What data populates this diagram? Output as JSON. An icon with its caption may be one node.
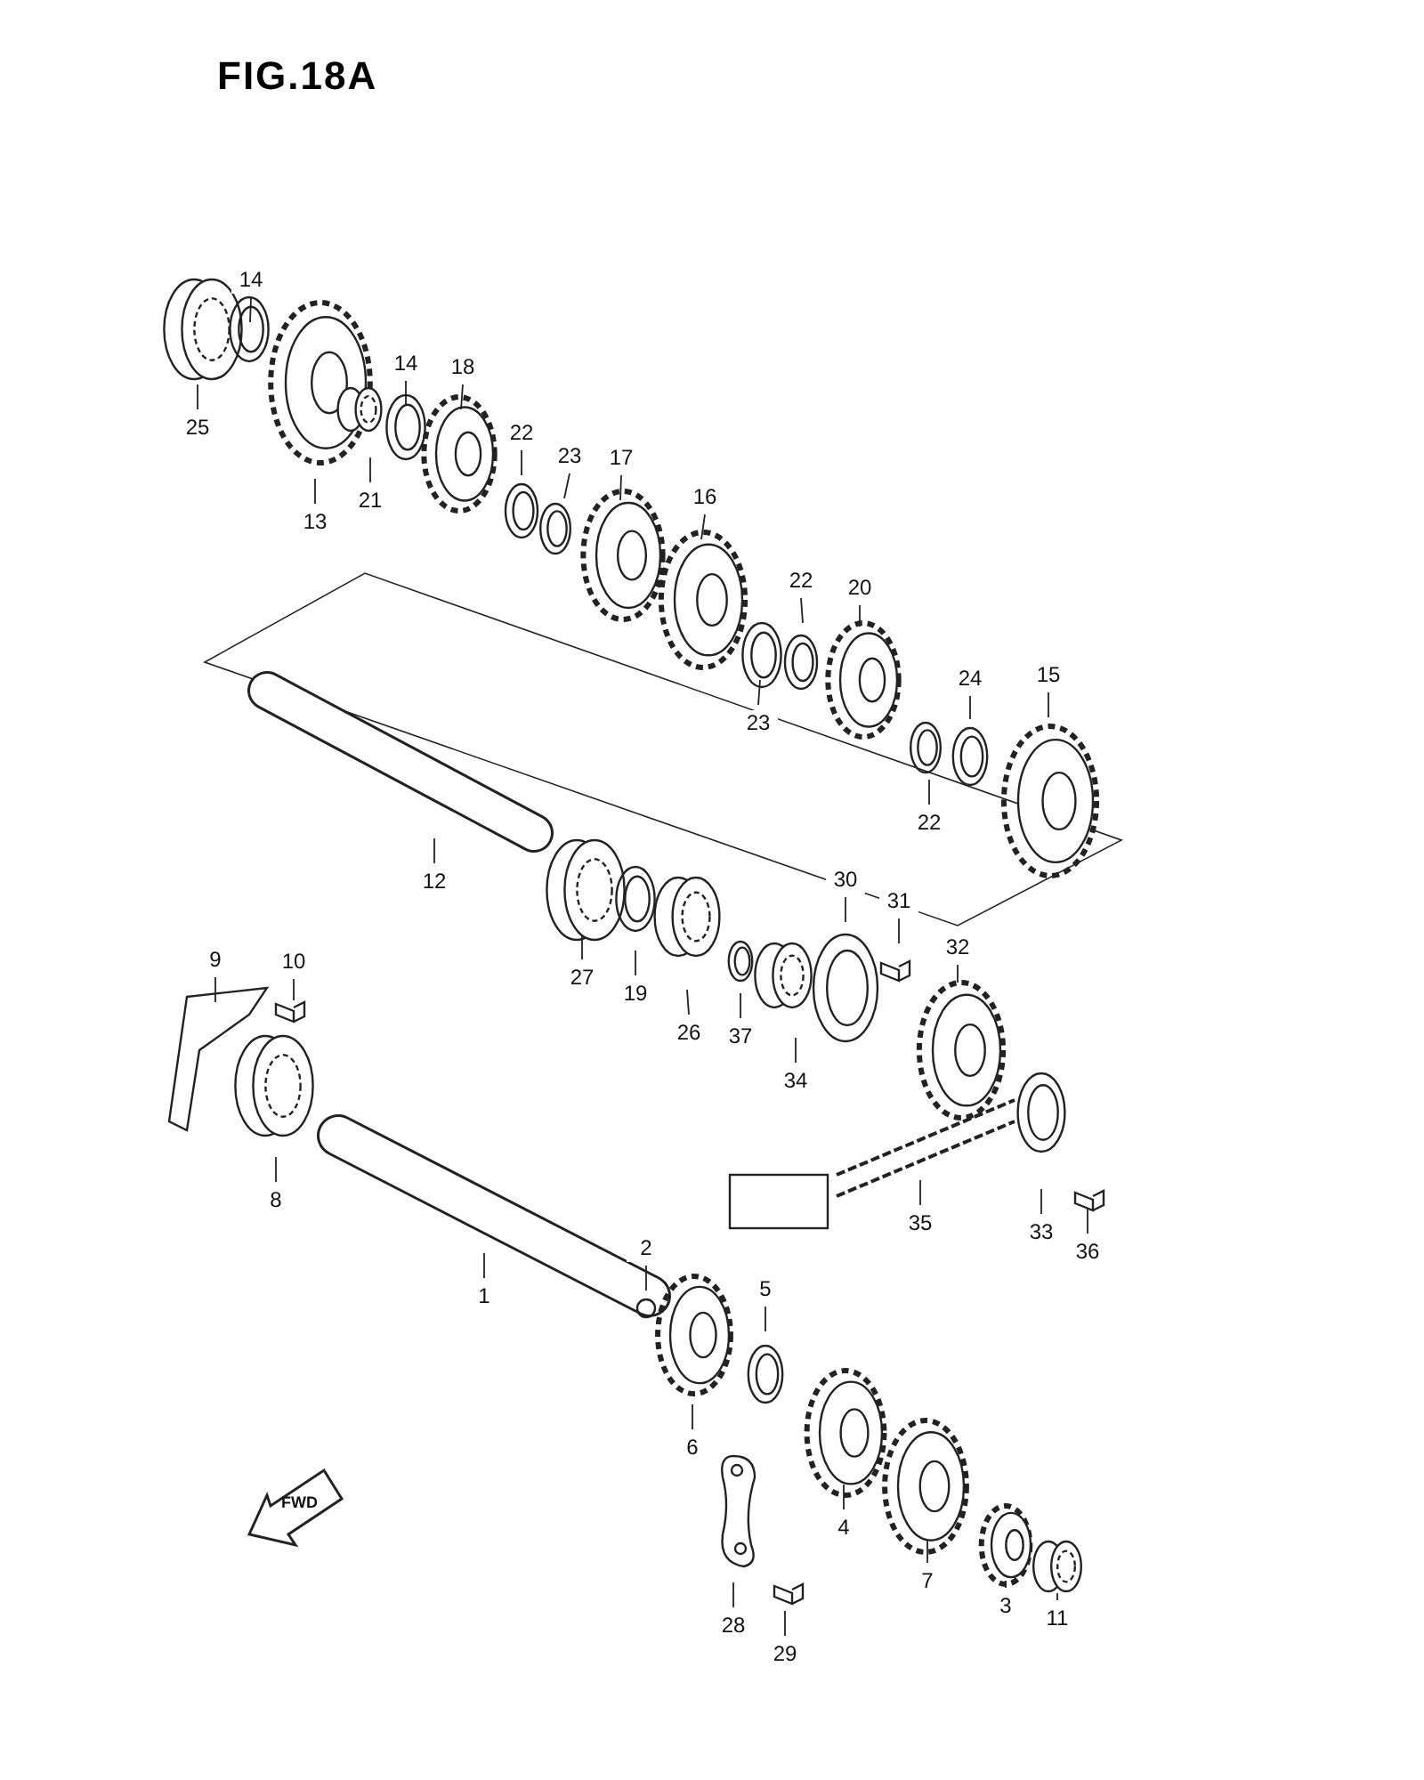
{
  "diagram": {
    "title": "FIG.18A",
    "nodes": [
      {
        "text": [
          "14"
        ]
      },
      {
        "text": [
          "25"
        ]
      },
      {
        "text": [
          "13"
        ]
      },
      {
        "text": [
          "21"
        ]
      },
      {
        "text": [
          "14"
        ]
      },
      {
        "text": [
          "18"
        ]
      },
      {
        "text": [
          "22"
        ]
      },
      {
        "text": [
          "23"
        ]
      },
      {
        "text": [
          "17"
        ]
      },
      {
        "text": [
          "16"
        ]
      },
      {
        "text": [
          "22"
        ]
      },
      {
        "text": [
          "23"
        ]
      },
      {
        "text": [
          "20"
        ]
      },
      {
        "text": [
          "24"
        ]
      },
      {
        "text": [
          "22"
        ]
      },
      {
        "text": [
          "15"
        ]
      },
      {
        "text": [
          "12"
        ]
      },
      {
        "text": [
          "27"
        ]
      },
      {
        "text": [
          "19"
        ]
      },
      {
        "text": [
          "26"
        ]
      },
      {
        "text": [
          "37"
        ]
      },
      {
        "text": [
          "34"
        ]
      },
      {
        "text": [
          "30"
        ]
      },
      {
        "text": [
          "31"
        ]
      },
      {
        "text": [
          "32"
        ]
      },
      {
        "text": [
          "9"
        ]
      },
      {
        "text": [
          "10"
        ]
      },
      {
        "text": [
          "8"
        ]
      },
      {
        "text": [
          "1"
        ]
      },
      {
        "text": [
          "2"
        ]
      },
      {
        "text": [
          "5"
        ]
      },
      {
        "text": [
          "6"
        ]
      },
      {
        "text": [
          "35"
        ]
      },
      {
        "text": [
          "33"
        ]
      },
      {
        "text": [
          "36"
        ]
      },
      {
        "text": [
          "4"
        ]
      },
      {
        "text": [
          "7"
        ]
      },
      {
        "text": [
          "3"
        ]
      },
      {
        "text": [
          "11"
        ]
      },
      {
        "text": [
          "28"
        ]
      },
      {
        "text": [
          "29"
        ]
      }
    ],
    "edges": [
      {
        "from": 0,
        "to": null,
        "arrow": "none"
      },
      {
        "from": 1,
        "to": null,
        "arrow": "none"
      },
      {
        "from": 2,
        "to": null,
        "arrow": "none"
      },
      {
        "from": 3,
        "to": null,
        "arrow": "none"
      },
      {
        "from": 4,
        "to": null,
        "arrow": "none"
      },
      {
        "from": 5,
        "to": null,
        "arrow": "none"
      },
      {
        "from": 6,
        "to": null,
        "arrow": "none"
      },
      {
        "from": 7,
        "to": null,
        "arrow": "none"
      },
      {
        "from": 8,
        "to": null,
        "arrow": "none"
      },
      {
        "from": 9,
        "to": null,
        "arrow": "none"
      },
      {
        "from": 10,
        "to": null,
        "arrow": "none"
      },
      {
        "from": 11,
        "to": null,
        "arrow": "none"
      },
      {
        "from": 12,
        "to": null,
        "arrow": "none"
      },
      {
        "from": 13,
        "to": null,
        "arrow": "none"
      },
      {
        "from": 14,
        "to": null,
        "arrow": "none"
      },
      {
        "from": 15,
        "to": null,
        "arrow": "none"
      },
      {
        "from": 16,
        "to": null,
        "arrow": "none"
      },
      {
        "from": 17,
        "to": null,
        "arrow": "none"
      },
      {
        "from": 18,
        "to": null,
        "arrow": "none"
      },
      {
        "from": 19,
        "to": null,
        "arrow": "none"
      },
      {
        "from": 20,
        "to": null,
        "arrow": "none"
      },
      {
        "from": 21,
        "to": null,
        "arrow": "none"
      },
      {
        "from": 22,
        "to": null,
        "arrow": "none"
      },
      {
        "from": 23,
        "to": null,
        "arrow": "none"
      },
      {
        "from": 24,
        "to": null,
        "arrow": "none"
      },
      {
        "from": 25,
        "to": null,
        "arrow": "none"
      },
      {
        "from": 26,
        "to": null,
        "arrow": "none"
      },
      {
        "from": 27,
        "to": null,
        "arrow": "none"
      },
      {
        "from": 28,
        "to": null,
        "arrow": "none"
      },
      {
        "from": 29,
        "to": null,
        "arrow": "none"
      },
      {
        "from": 30,
        "to": null,
        "arrow": "none"
      },
      {
        "from": 31,
        "to": null,
        "arrow": "none"
      },
      {
        "from": 32,
        "to": null,
        "arrow": "none"
      },
      {
        "from": 33,
        "to": null,
        "arrow": "none"
      },
      {
        "from": 34,
        "to": null,
        "arrow": "none"
      },
      {
        "from": 35,
        "to": null,
        "arrow": "none"
      },
      {
        "from": 36,
        "to": null,
        "arrow": "none"
      },
      {
        "from": 37,
        "to": null,
        "arrow": "none"
      },
      {
        "from": 38,
        "to": null,
        "arrow": "none"
      },
      {
        "from": 39,
        "to": null,
        "arrow": "none"
      },
      {
        "from": 40,
        "to": null,
        "arrow": "none"
      }
    ],
    "labels": [
      "FWD"
    ]
  }
}
